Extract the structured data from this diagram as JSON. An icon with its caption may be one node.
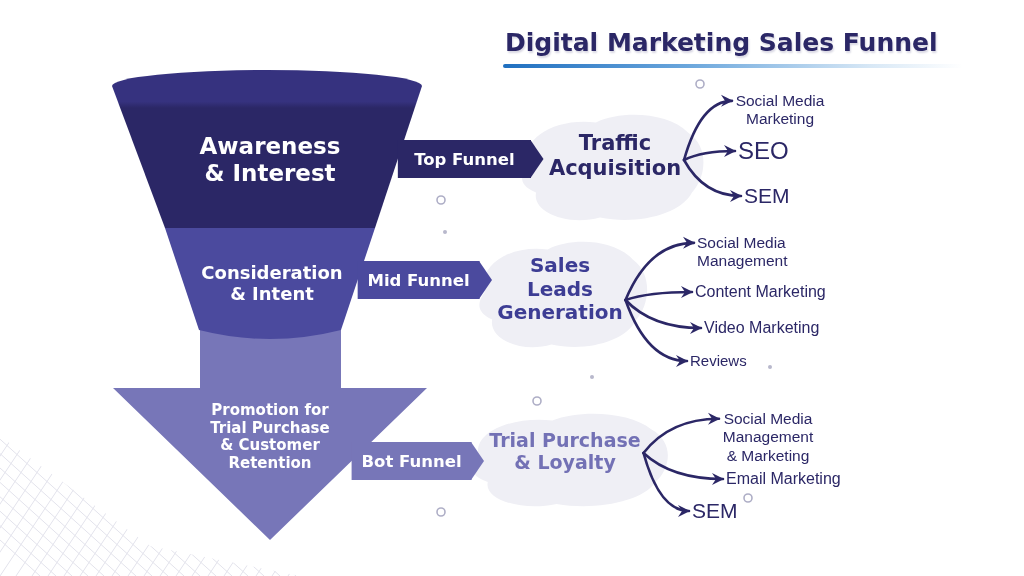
{
  "diagram": {
    "title": "Digital Marketing Sales Funnel",
    "nodes": [
      {
        "text": [
          "Awareness & Interest"
        ]
      },
      {
        "text": [
          "Traffic Acquisition"
        ]
      },
      {
        "text": [
          "Social Media Marketing"
        ]
      },
      {
        "text": [
          "SEO"
        ]
      },
      {
        "text": [
          "SEM"
        ]
      },
      {
        "text": [
          "Consideration & Intent"
        ]
      },
      {
        "text": [
          "Sales Leads Generation"
        ]
      },
      {
        "text": [
          "Social Media Management"
        ]
      },
      {
        "text": [
          "Content Marketing"
        ]
      },
      {
        "text": [
          "Video Marketing"
        ]
      },
      {
        "text": [
          "Reviews"
        ]
      },
      {
        "text": [
          "Promotion for Trial Purchase & Customer Retention"
        ]
      },
      {
        "text": [
          "Trial Purchase & Loyalty"
        ]
      },
      {
        "text": [
          "Social Media Management & Marketing"
        ]
      },
      {
        "text": [
          "Email Marketing"
        ]
      },
      {
        "text": [
          "SEM"
        ]
      }
    ],
    "edges": [
      {
        "from": 0,
        "to": 1,
        "arrow": "to",
        "label": "Top Funnel",
        "style": "thick"
      },
      {
        "from": 1,
        "to": 2,
        "arrow": "to"
      },
      {
        "from": 1,
        "to": 3,
        "arrow": "to"
      },
      {
        "from": 1,
        "to": 4,
        "arrow": "to"
      },
      {
        "from": 5,
        "to": 6,
        "arrow": "to",
        "label": "Mid Funnel",
        "style": "thick",
        "color": "#4b4a9e"
      },
      {
        "from": 6,
        "to": 7,
        "arrow": "to"
      },
      {
        "from": 6,
        "to": 8,
        "arrow": "to"
      },
      {
        "from": 6,
        "to": 9,
        "arrow": "to"
      },
      {
        "from": 6,
        "to": 10,
        "arrow": "to"
      },
      {
        "from": 11,
        "to": 12,
        "arrow": "to",
        "label": "Bot Funnel",
        "style": "thick",
        "color": "#7776b8"
      },
      {
        "from": 12,
        "to": 13,
        "arrow": "to"
      },
      {
        "from": 12,
        "to": 14,
        "arrow": "to"
      },
      {
        "from": 12,
        "to": 15,
        "arrow": "to"
      }
    ]
  }
}
